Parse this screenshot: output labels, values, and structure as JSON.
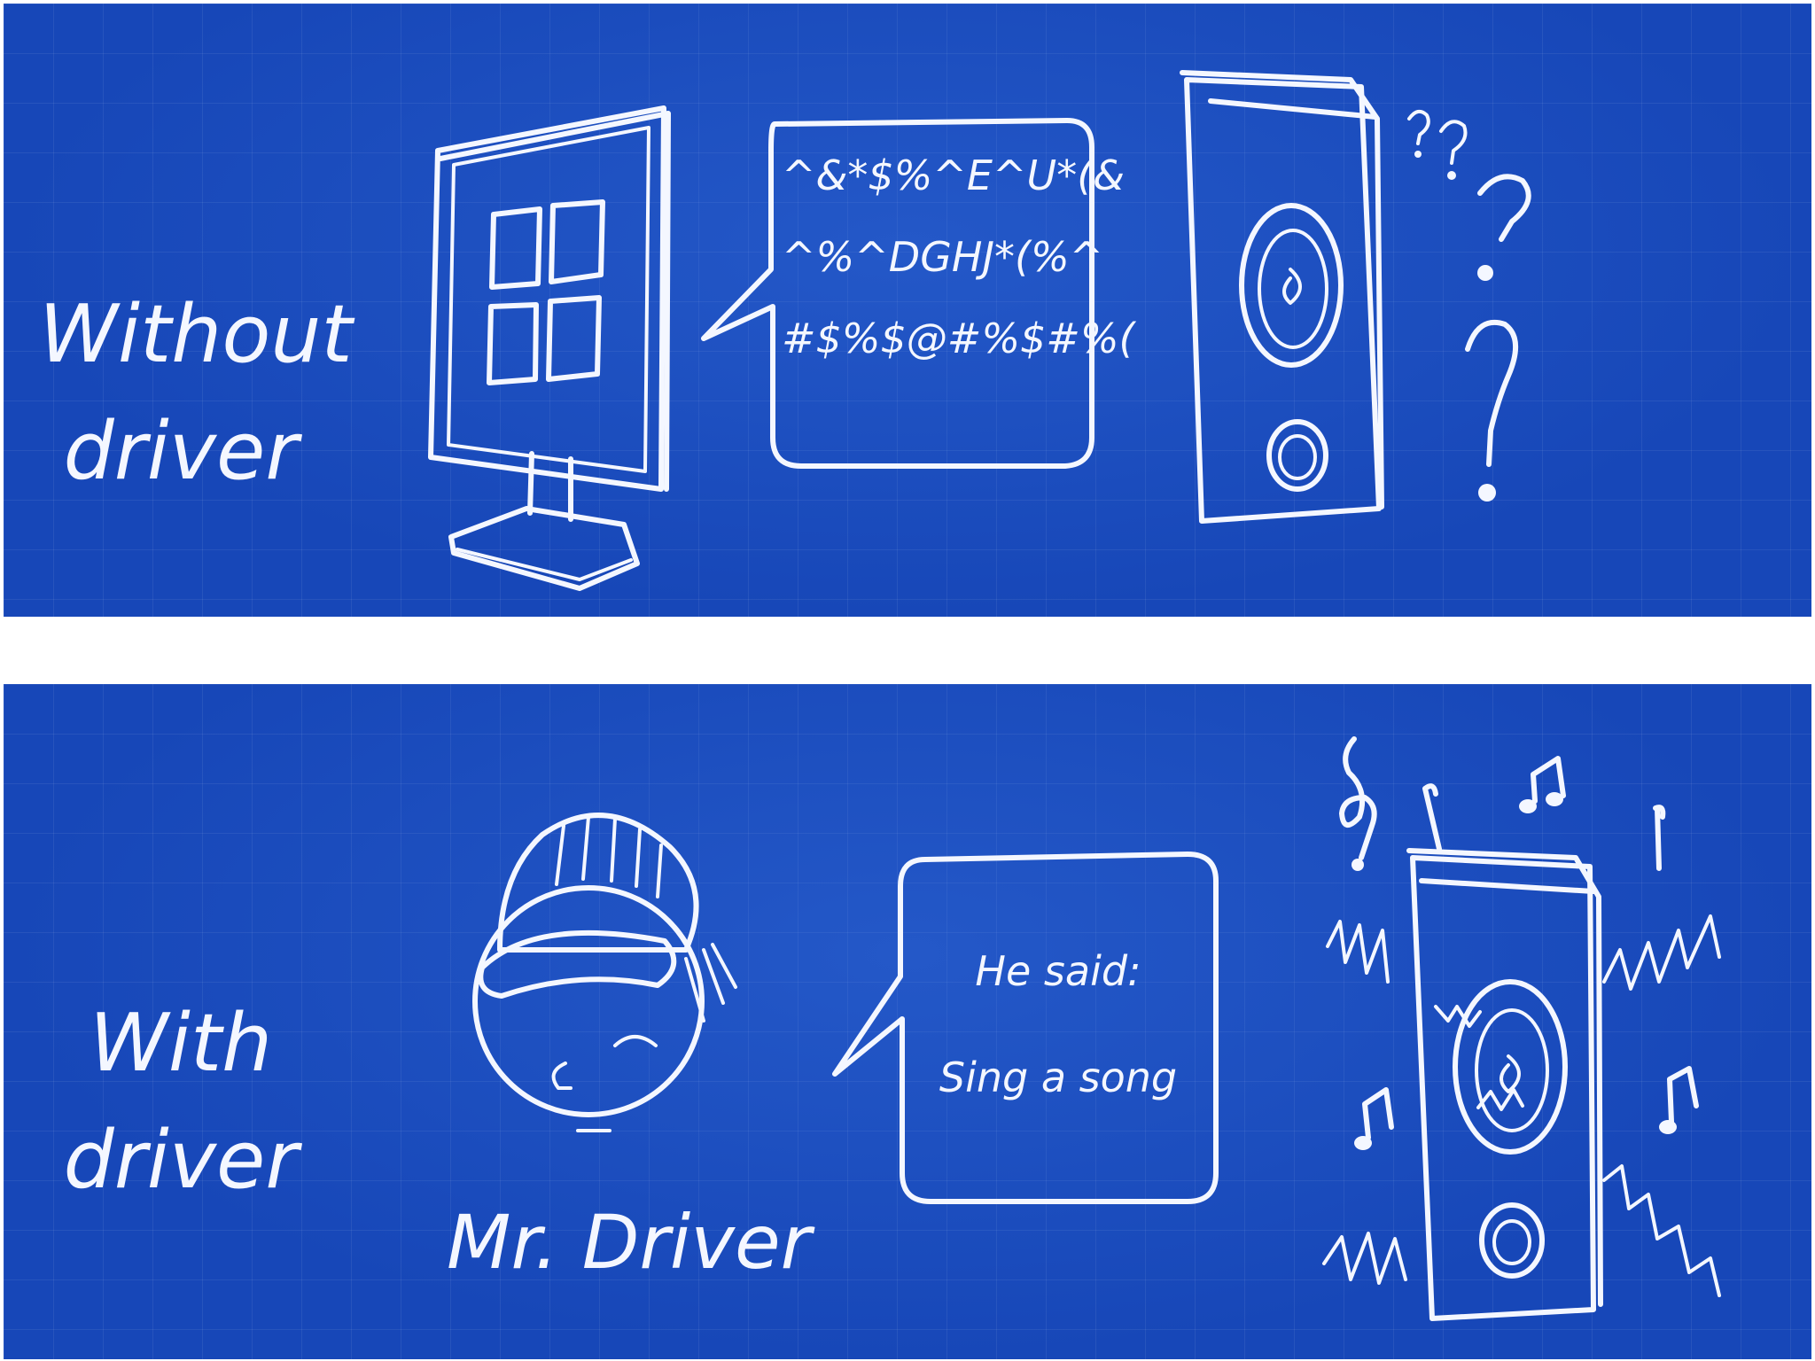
{
  "rows": [
    {
      "label_line1": "Without",
      "label_line2": "driver",
      "bubble": [
        "^&*$%^E^U*(&",
        "^%^DGHJ*(%^",
        "#$%$@#%$#%("
      ],
      "speaker_question_marks": [
        "?",
        "?",
        "?",
        "?"
      ]
    },
    {
      "label_line1": "With",
      "label_line2": "driver",
      "character_name": "Mr. Driver",
      "bubble": [
        "He said:",
        "Sing a song"
      ]
    }
  ],
  "colors": {
    "background": "#1747b8",
    "sketch": "#f4f7ff",
    "page": "#ffffff"
  },
  "icons": [
    "monitor-icon",
    "windows-logo-icon",
    "speaker-icon",
    "question-mark-icon",
    "driver-character-icon",
    "music-note-icon",
    "sound-wave-icon"
  ]
}
